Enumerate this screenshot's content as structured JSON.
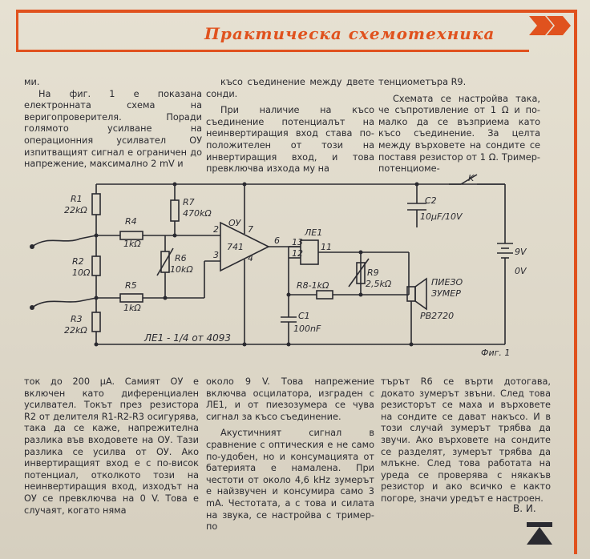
{
  "header": {
    "title": "Практическа схемотехника"
  },
  "columns_top": {
    "col1": [
      "ми.",
      "На фиг. 1 е показана електронната схема на веригопроверителя. Поради голямото усилване на операционния усилвател ОУ изпитващият сигнал е ограничен до напрежение, максимално 2 mV и"
    ],
    "col2": [
      "късо съединение между двете сонди.",
      "При наличие на късо съединение потенциалът на неинвертиращия вход става по-положителен от този на инвертиращия вход, и това превключва изхода му на"
    ],
    "col3": [
      "тенциометъра R9.",
      "Схемата се настройва така, че съпротивление от 1 Ω и по-малко да се възприема като късо съединение. За целта между върховете на сондите се поставя резистор от 1 Ω. Тример-потенциоме-"
    ]
  },
  "circuit": {
    "R1": "R1",
    "R1v": "22kΩ",
    "R2": "R2",
    "R2v": "10Ω",
    "R3": "R3",
    "R3v": "22kΩ",
    "R4": "R4",
    "R4v": "1kΩ",
    "R5": "R5",
    "R5v": "1kΩ",
    "R6": "R6",
    "R6v": "10kΩ",
    "R7": "R7",
    "R7v": "470kΩ",
    "R8": "R8-1kΩ",
    "R9": "R9",
    "R9v": "2,5kΩ",
    "OU": "ОУ",
    "chip": "741",
    "pin2": "2",
    "pin3": "3",
    "pin7": "7",
    "pin4": "4",
    "pin6": "6",
    "LE1": "ЛЕ1",
    "pin13": "13",
    "pin12": "12",
    "pin11": "11",
    "C1": "C1",
    "C1v": "100nF",
    "C2": "C2",
    "C2v": "10μF/10V",
    "K": "K",
    "bat_v": "9V",
    "bat_0": "0V",
    "buzzer1": "ПИЕЗО",
    "buzzer2": "ЗУМЕР",
    "buzzer3": "PB2720",
    "note": "ЛЕ1 - 1/4 от 4093",
    "fig": "Фиг. 1"
  },
  "columns_bottom": {
    "col1": "ток до 200 μA. Самият ОУ е включен като диференциален усилвател. Токът през резистора R2 от делителя R1-R2-R3 осигурява, така да се каже, напрежителна разлика във входовете на ОУ. Тази разлика се усилва от ОУ. Ако инвертиращият вход е с по-висок потенциал, отколкото този на неинвертиращия вход, изходът на ОУ се превключва на 0 V. Това е случаят, когато няма",
    "col2a": "около 9 V. Това напрежение включва осцилатора, изграден с ЛЕ1, и от пиезозумера се чува сигнал за късо съединение.",
    "col2b": "Акустичният сигнал в сравнение с оптическия е не само по-удобен, но и консумацията от батерията е намалена. При честоти от около 4,6 kHz зумерът е найзвучен и консумира само 3 mA. Честотата, а с това и силата на звука, се настройва с тример-по",
    "col3": "търът R6 се върти дотогава, докато зумерът звъни. След това резисторът се маха и върховете на сондите се дават накъсо. И в този случай зумерът трябва да звучи. Ако върховете на сондите се разделят, зумерът трябва да млъкне. След това работата на уреда се проверява с някакъв резистор и ако всичко е както погоре, значи уредът е настроен."
  },
  "signature": "В. И."
}
